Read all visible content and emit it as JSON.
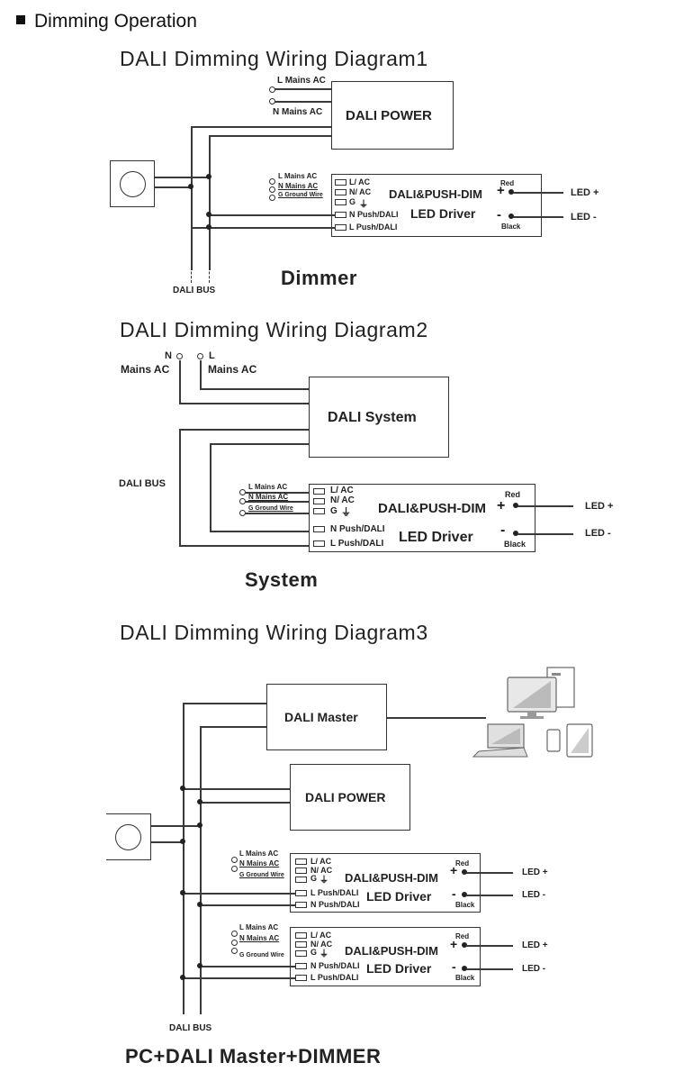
{
  "section_heading": "Dimming Operation",
  "d1": {
    "title": "DALI  Dimming  Wiring Diagram1",
    "caption": "Dimmer",
    "l_mains": "L Mains AC",
    "n_mains": "N Mains AC",
    "power": "DALI POWER",
    "drv_l_mains": "L Mains AC",
    "drv_n_mains": "N Mains AC",
    "drv_g": "G Ground Wire",
    "t_lac": "L/ AC",
    "t_nac": "N/ AC",
    "t_g": "G",
    "t_np": "N Push/DALI",
    "t_lp": "L Push/DALI",
    "drv_name1": "DALI&PUSH-DIM",
    "drv_name2": "LED Driver",
    "plus": "+",
    "minus": "-",
    "red": "Red",
    "black": "Black",
    "led_plus": "LED +",
    "led_minus": "LED -",
    "bus": "DALI  BUS"
  },
  "d2": {
    "title": "DALI  Dimming  Wiring Diagram2",
    "caption": "System",
    "n": "N",
    "l": "L",
    "mains_left": "Mains AC",
    "mains_right": "Mains AC",
    "system": "DALI System",
    "bus": "DALI  BUS",
    "drv_l_mains": "L Mains AC",
    "drv_n_mains": "N Mains AC",
    "drv_g": "G Ground Wire",
    "t_lac": "L/ AC",
    "t_nac": "N/ AC",
    "t_g": "G",
    "t_np": "N Push/DALI",
    "t_lp": "L Push/DALI",
    "drv_name1": "DALI&PUSH-DIM",
    "drv_name2": "LED Driver",
    "plus": "+",
    "minus": "-",
    "red": "Red",
    "black": "Black",
    "led_plus": "LED +",
    "led_minus": "LED -"
  },
  "d3": {
    "title": "DALI  Dimming  Wiring Diagram3",
    "caption": "PC+DALI Master+DIMMER",
    "master": "DALI Master",
    "power": "DALI POWER",
    "bus": "DALI  BUS",
    "drvA": {
      "l_mains": "L Mains AC",
      "n_mains": "N Mains AC",
      "g": "G Ground Wire",
      "t_lac": "L/ AC",
      "t_nac": "N/ AC",
      "t_g": "G",
      "t_p1": "L Push/DALI",
      "t_p2": "N Push/DALI",
      "name1": "DALI&PUSH-DIM",
      "name2": "LED Driver",
      "plus": "+",
      "minus": "-",
      "red": "Red",
      "black": "Black",
      "led_plus": "LED +",
      "led_minus": "LED -"
    },
    "drvB": {
      "l_mains": "L Mains AC",
      "n_mains": "N Mains AC",
      "g": "G Ground Wire",
      "t_lac": "L/ AC",
      "t_nac": "N/ AC",
      "t_g": "G",
      "t_p1": "N Push/DALI",
      "t_p2": "L Push/DALI",
      "name1": "DALI&PUSH-DIM",
      "name2": "LED Driver",
      "plus": "+",
      "minus": "-",
      "red": "Red",
      "black": "Black",
      "led_plus": "LED +",
      "led_minus": "LED -"
    }
  }
}
